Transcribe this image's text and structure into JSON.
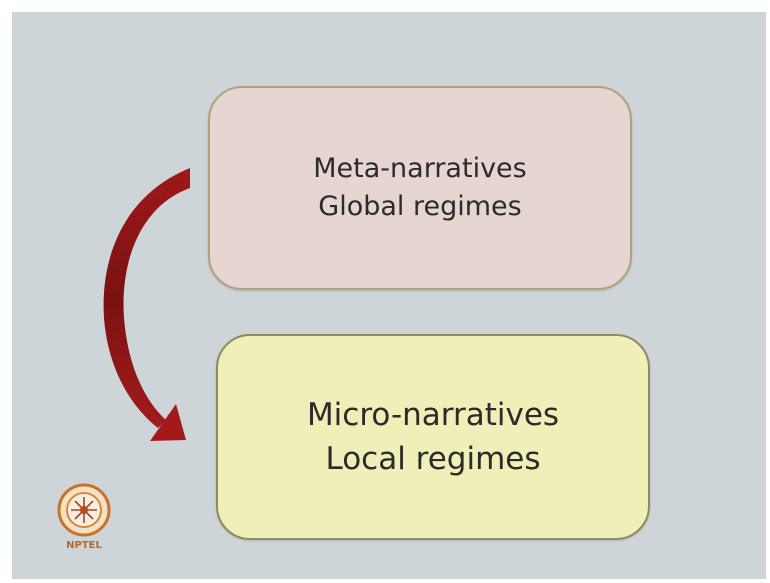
{
  "diagram": {
    "top_box": {
      "line1": "Meta-narratives",
      "line2": "Global regimes"
    },
    "bottom_box": {
      "line1": "Micro-narratives",
      "line2": "Local regimes"
    },
    "colors": {
      "slide_background": "#cdd5d9",
      "top_box_fill": "#e6d6d2",
      "top_box_border": "#b5a07a",
      "bottom_box_fill": "#f0efb8",
      "bottom_box_border": "#8d8b5e",
      "arrow": "#8b1a1a"
    },
    "logo": {
      "icon": "nptel-logo-icon",
      "text": "NPTEL"
    }
  }
}
